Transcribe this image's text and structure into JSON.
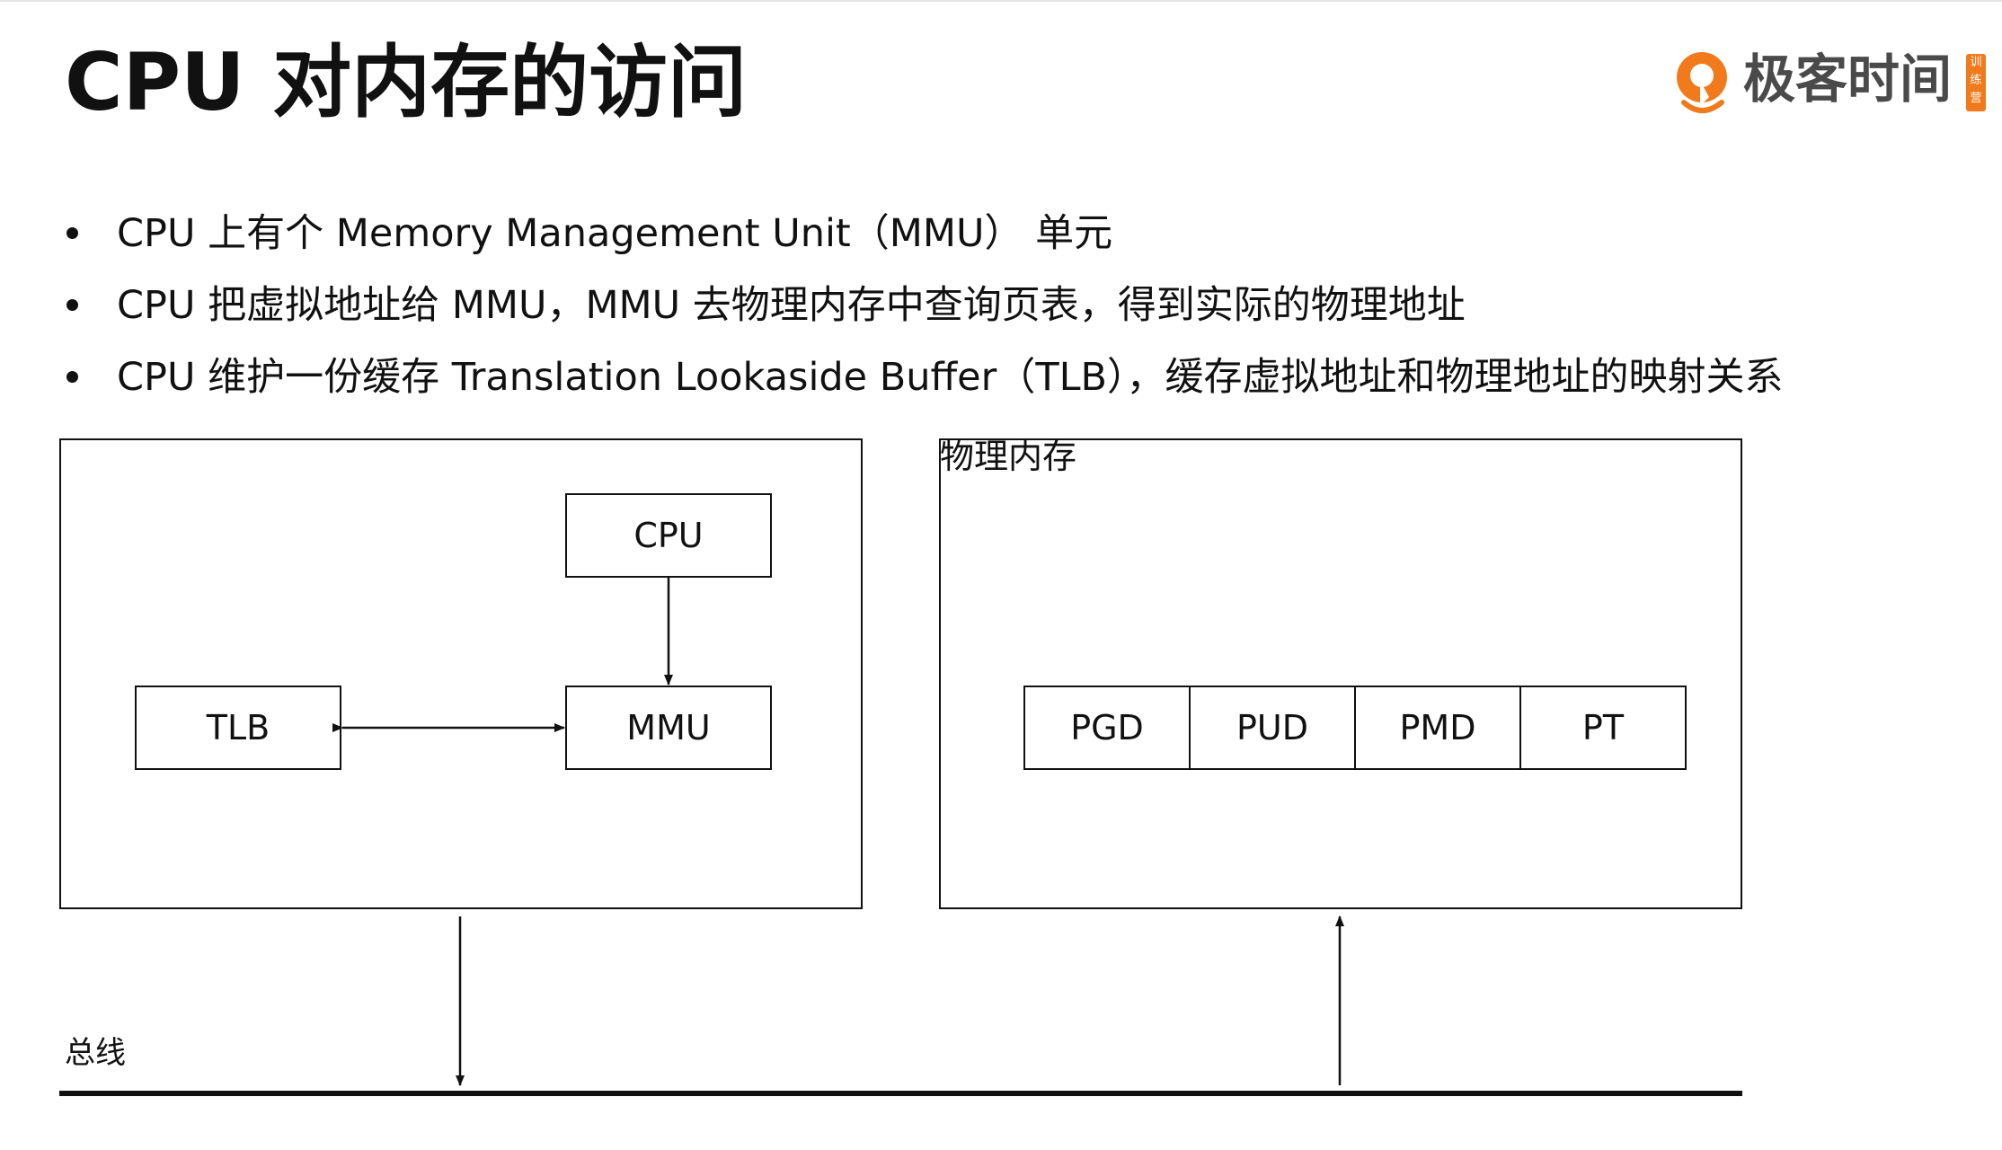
{
  "title": "CPU 对内存的访问",
  "logo": {
    "text": "极客时间",
    "badge": "训练营",
    "accent_color": "#f07a1c",
    "icon": "geektime-logo-icon"
  },
  "bullets": [
    "CPU 上有个 Memory Management Unit（MMU） 单元",
    "CPU 把虚拟地址给 MMU，MMU 去物理内存中查询页表，得到实际的物理地址",
    "CPU 维护一份缓存 Translation Lookaside Buffer（TLB），缓存虚拟地址和物理地址的映射关系"
  ],
  "diagram": {
    "cpu": "CPU",
    "mmu": "MMU",
    "tlb": "TLB",
    "memory_label": "物理内存",
    "page_table": [
      "PGD",
      "PUD",
      "PMD",
      "PT"
    ],
    "bus_label": "总线",
    "edges": [
      {
        "from": "cpu",
        "to": "mmu",
        "direction": "one-way"
      },
      {
        "from": "tlb",
        "to": "mmu",
        "direction": "two-way"
      },
      {
        "from": "cpu-panel",
        "to": "bus",
        "direction": "one-way"
      },
      {
        "from": "bus",
        "to": "physical-memory",
        "direction": "one-way"
      }
    ]
  }
}
